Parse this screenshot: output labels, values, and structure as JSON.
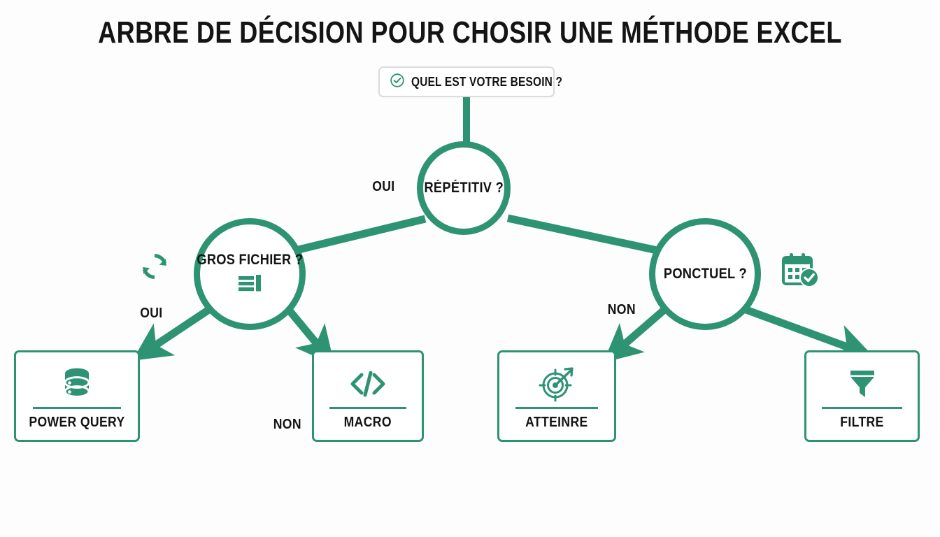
{
  "title": "ARBRE DE DÉCISION POUR CHOSIR UNE MÉTHODE EXCEL",
  "colors": {
    "accent_green": "#2e9373",
    "text_dark": "#141414",
    "box_border_gray": "#dcdcdc",
    "background": "#fdfdfd"
  },
  "root_question": {
    "label": "QUEL EST VOTRE BESOIN ?",
    "icon": "check-circle-icon"
  },
  "nodes": [
    {
      "id": "repetitiv",
      "label": "RÉPÉTITIV ?",
      "icon": null
    },
    {
      "id": "gros_fichier",
      "label": "GROS FICHIER ?",
      "icon": "bar-list-icon"
    },
    {
      "id": "ponctuel",
      "label": "PONCTUEL ?",
      "icon": null
    }
  ],
  "side_icons": [
    {
      "id": "sync",
      "name": "sync-arrows-icon",
      "attached_to": "gros_fichier",
      "side": "left"
    },
    {
      "id": "calendar",
      "name": "calendar-check-icon",
      "attached_to": "ponctuel",
      "side": "right"
    }
  ],
  "edge_labels": {
    "repetitiv_left": "OUI",
    "gros_left": "OUI",
    "gros_right": "NON",
    "ponctuel_left": "NON"
  },
  "leaves": [
    {
      "id": "power_query",
      "label": "POWER QUERY",
      "icon": "database-icon"
    },
    {
      "id": "macro",
      "label": "MACRO",
      "icon": "code-icon"
    },
    {
      "id": "atteinre",
      "label": "ATTEINRE",
      "icon": "target-arrow-icon"
    },
    {
      "id": "filtre",
      "label": "FILTRE",
      "icon": "funnel-icon"
    }
  ]
}
